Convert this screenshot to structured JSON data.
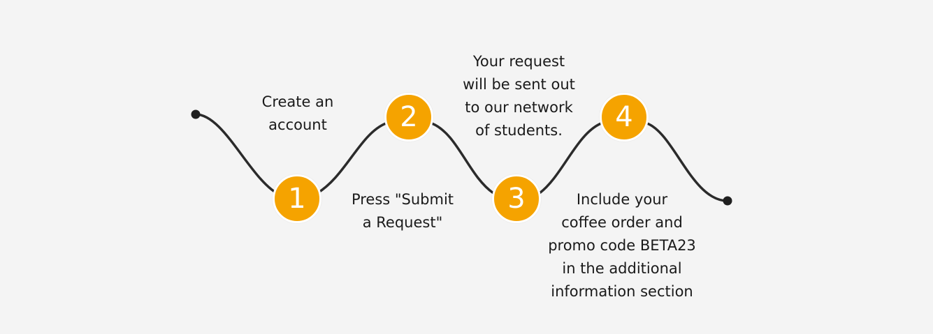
{
  "colors": {
    "background": "#f4f4f4",
    "line": "#2b2b2b",
    "circle_fill": "#f5a300",
    "circle_border": "#ffffff",
    "circle_text": "#ffffff",
    "text": "#1a1a1a"
  },
  "steps": [
    {
      "number": "1",
      "text": "Create an\naccount"
    },
    {
      "number": "2",
      "text": "Press \"Submit\na Request\""
    },
    {
      "number": "3",
      "text": "Your request\nwill be sent out\nto our network\nof students."
    },
    {
      "number": "4",
      "text": "Include your\ncoffee order and\npromo code BETA23\nin the additional\ninformation section"
    }
  ]
}
